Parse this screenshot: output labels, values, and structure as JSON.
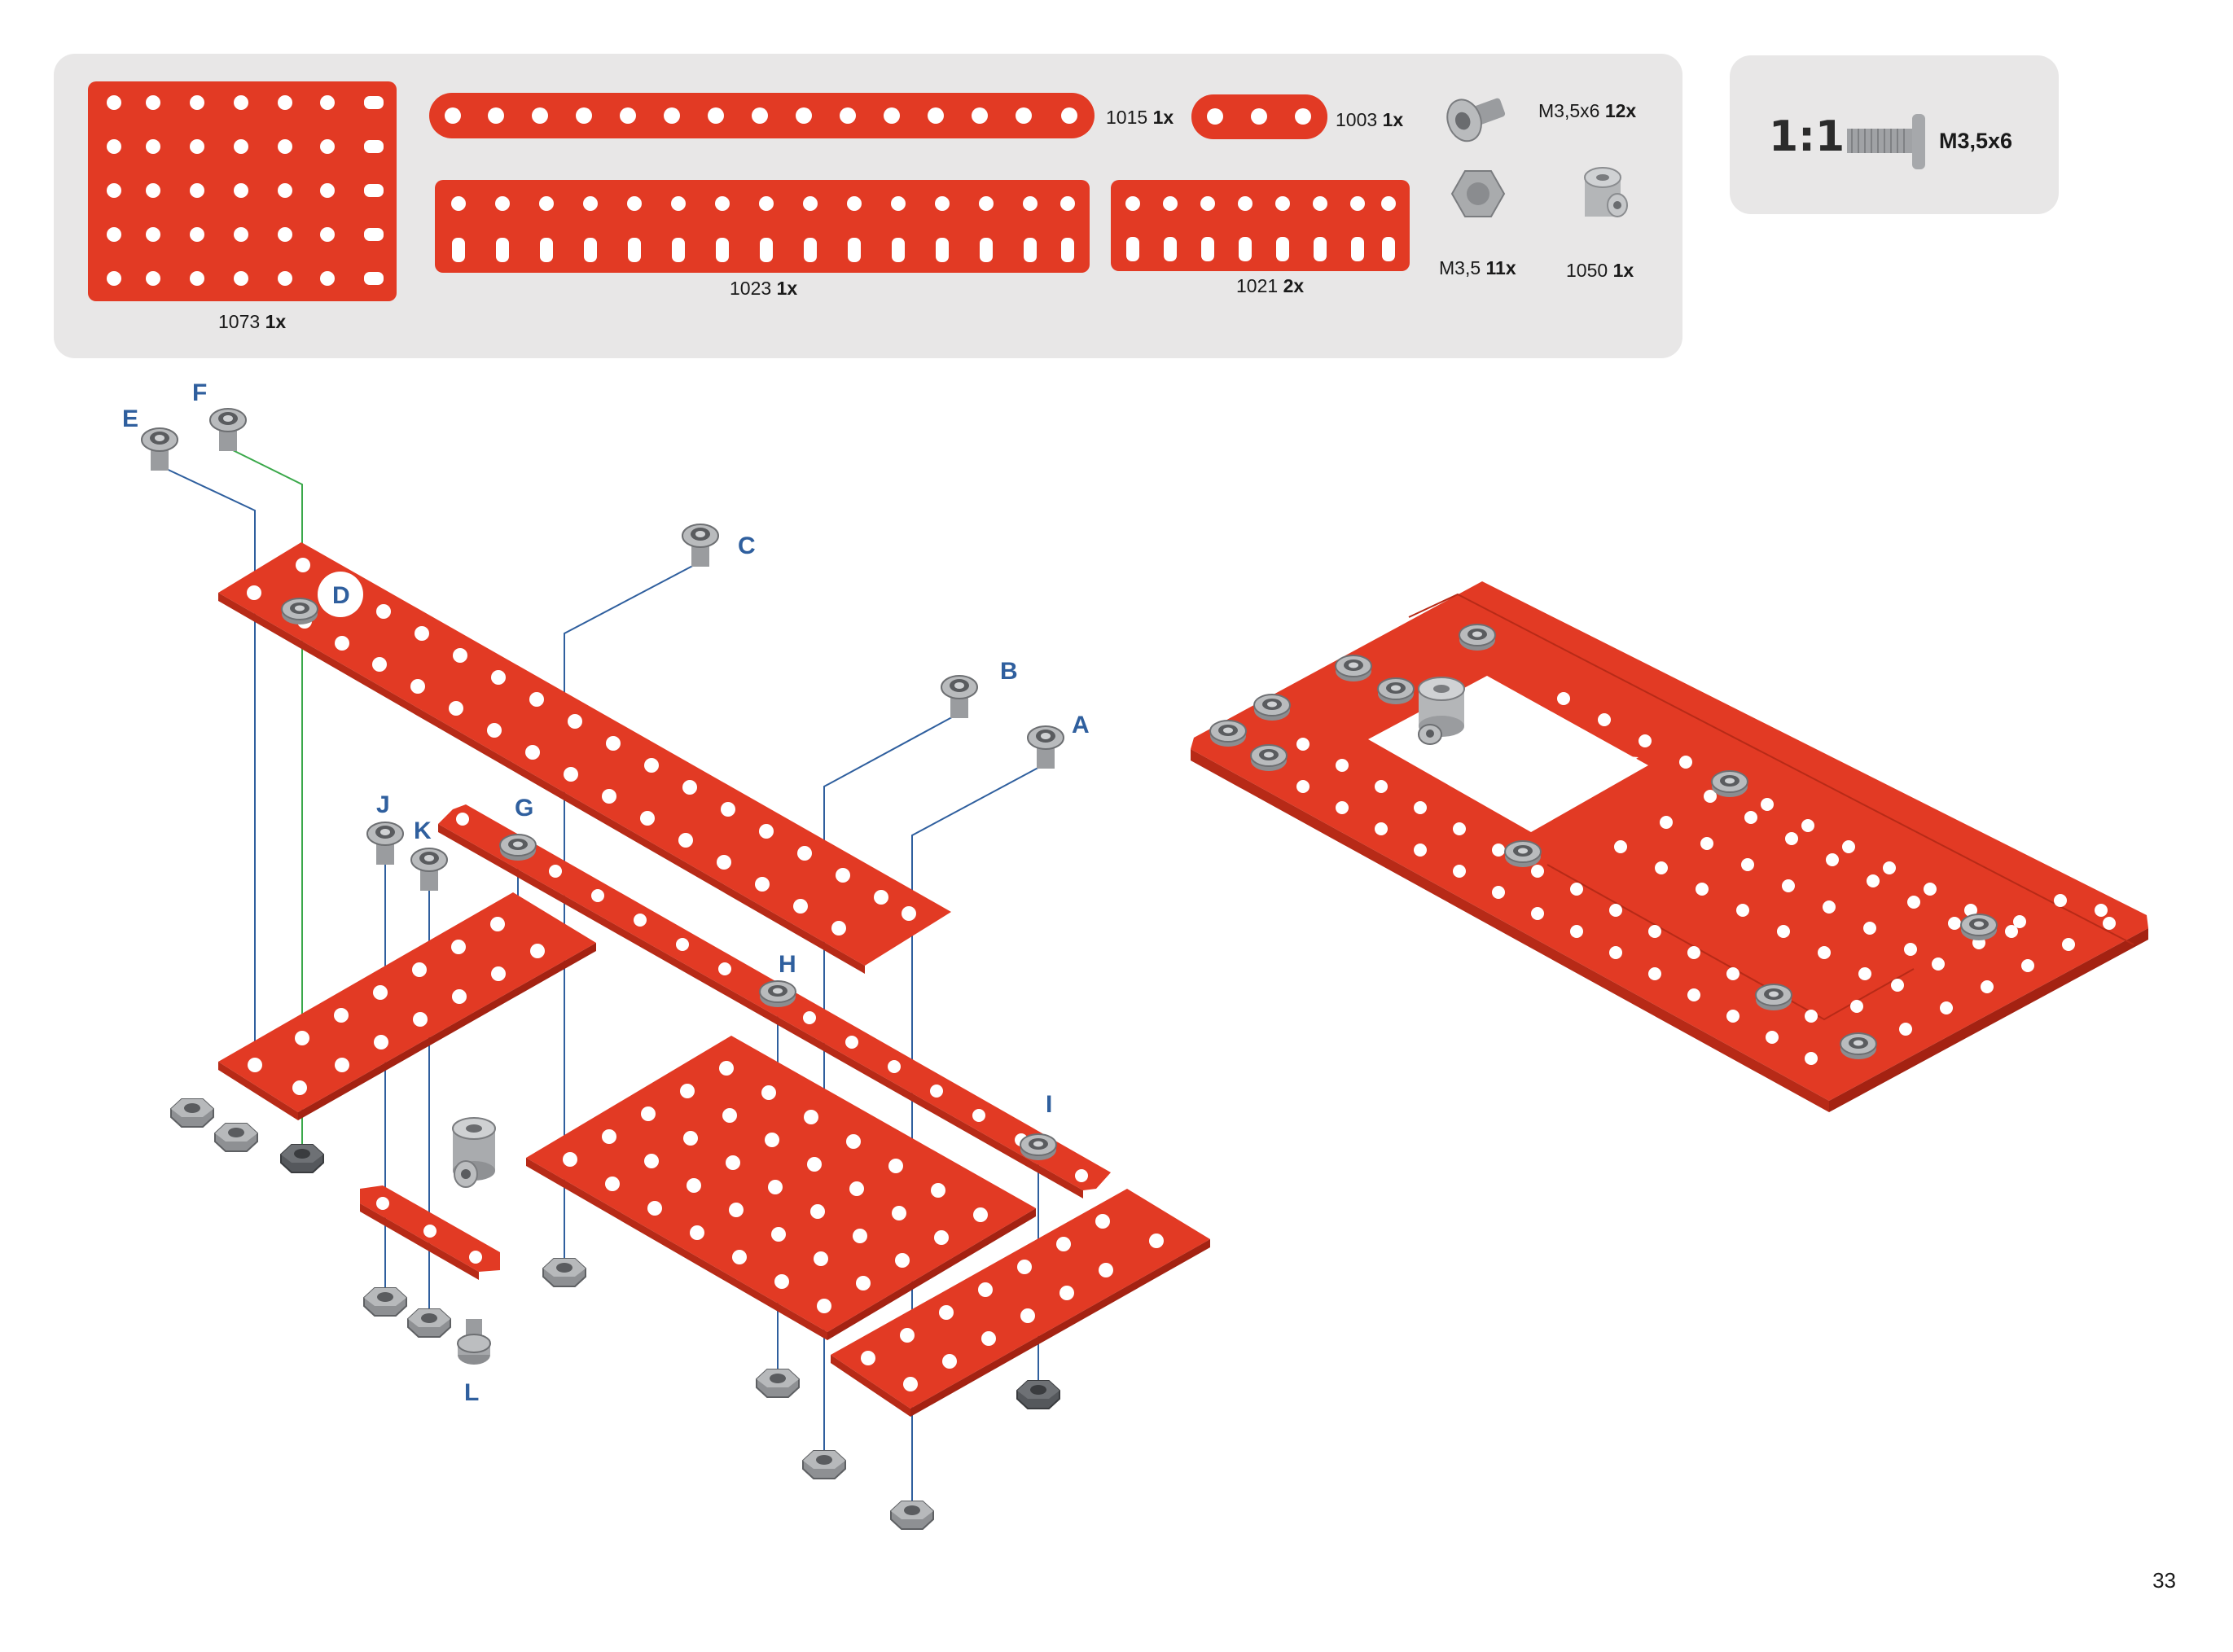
{
  "page_number": "33",
  "parts": [
    {
      "id": "plate-1073",
      "code": "1073",
      "qty": "1x"
    },
    {
      "id": "strip-1015",
      "code": "1015",
      "qty": "1x"
    },
    {
      "id": "strip-1003",
      "code": "1003",
      "qty": "1x"
    },
    {
      "id": "screw-m35x6",
      "code": "M3,5x6",
      "qty": "12x"
    },
    {
      "id": "plate-1023",
      "code": "1023",
      "qty": "1x"
    },
    {
      "id": "plate-1021",
      "code": "1021",
      "qty": "2x"
    },
    {
      "id": "nut-m35",
      "code": "M3,5",
      "qty": "11x"
    },
    {
      "id": "spacer-1050",
      "code": "1050",
      "qty": "1x"
    }
  ],
  "scale": {
    "ratio": "1:1",
    "part": "M3,5x6"
  },
  "callouts": [
    "A",
    "B",
    "C",
    "D",
    "E",
    "F",
    "G",
    "H",
    "I",
    "J",
    "K",
    "L"
  ],
  "colors": {
    "part_red": "#e23a24",
    "callout_blue": "#2f5f9e",
    "panel_gray": "#e8e7e7",
    "screw_gray": "#9a9c9f"
  }
}
